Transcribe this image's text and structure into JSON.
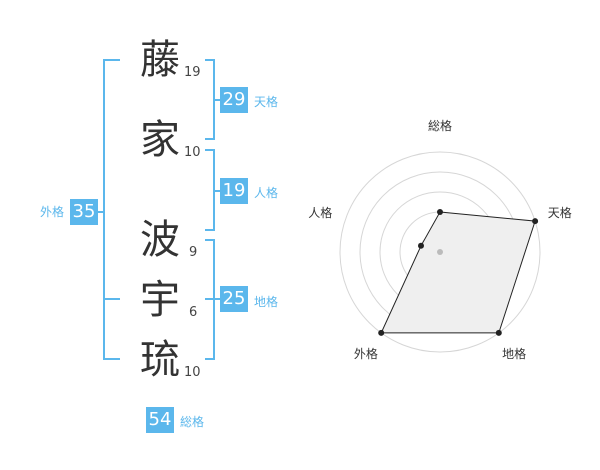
{
  "accent_color": "#5bb7ec",
  "chars": [
    {
      "char": "藤",
      "strokes": "19"
    },
    {
      "char": "家",
      "strokes": "10"
    },
    {
      "char": "波",
      "strokes": "9"
    },
    {
      "char": "宇",
      "strokes": "6"
    },
    {
      "char": "琉",
      "strokes": "10"
    }
  ],
  "scores": {
    "tenkaku": {
      "value": "29",
      "label": "天格"
    },
    "jinkaku": {
      "value": "19",
      "label": "人格"
    },
    "chikaku": {
      "value": "25",
      "label": "地格"
    },
    "gaikaku": {
      "value": "35",
      "label": "外格"
    },
    "soukaku": {
      "value": "54",
      "label": "総格"
    }
  },
  "chart_data": {
    "type": "radar",
    "axes": [
      "総格",
      "天格",
      "地格",
      "外格",
      "人格"
    ],
    "max": 5,
    "rings": 5,
    "values": [
      2,
      5,
      5,
      5,
      1
    ]
  }
}
